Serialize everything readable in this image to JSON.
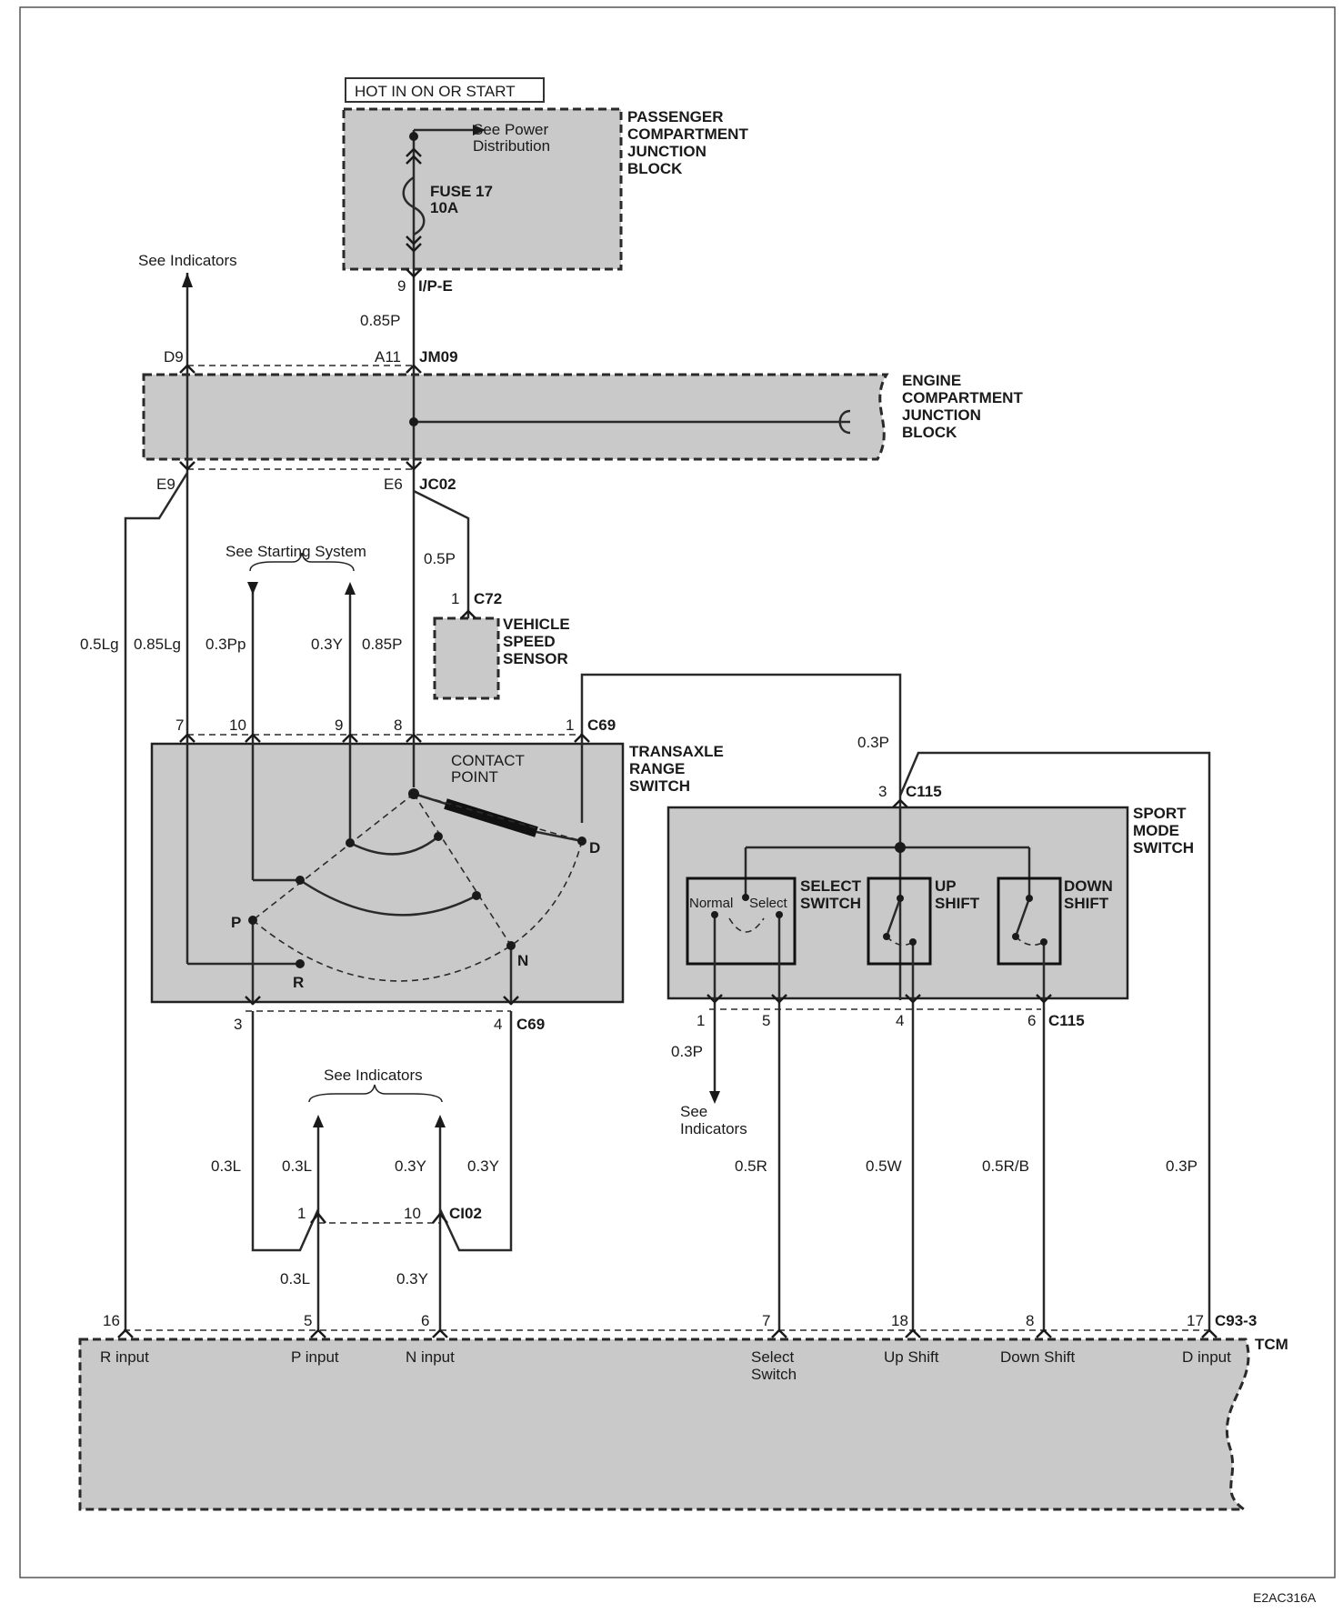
{
  "labels": {
    "hot": "HOT IN ON OR START",
    "pcjb": [
      "PASSENGER",
      "COMPARTMENT",
      "JUNCTION",
      "BLOCK"
    ],
    "see_power": [
      "See Power",
      "Distribution"
    ],
    "fuse": [
      "FUSE 17",
      "10A"
    ],
    "ipe_pin": "9",
    "ipe": "I/P-E",
    "w085p_top": "0.85P",
    "see_ind_left": "See Indicators",
    "d9": "D9",
    "a11": "A11",
    "jm09": "JM09",
    "ecjb": [
      "ENGINE",
      "COMPARTMENT",
      "JUNCTION",
      "BLOCK"
    ],
    "e9": "E9",
    "e6": "E6",
    "jc02": "JC02",
    "w05p": "0.5P",
    "c72_pin": "1",
    "c72": "C72",
    "vss": [
      "VEHICLE",
      "SPEED",
      "SENSOR"
    ],
    "see_starting": "See Starting System",
    "w05lg": "0.5Lg",
    "w085lg": "0.85Lg",
    "w03pp": "0.3Pp",
    "w03y_start": "0.3Y",
    "w085p_mid": "0.85P",
    "c69_pins": [
      "7",
      "10",
      "9",
      "8",
      "1"
    ],
    "c69": "C69",
    "trs": [
      "TRANSAXLE",
      "RANGE",
      "SWITCH"
    ],
    "contact": [
      "CONTACT",
      "POINT"
    ],
    "pos_d": "D",
    "pos_p": "P",
    "pos_r": "R",
    "pos_n": "N",
    "c69_bot_pins": [
      "3",
      "4"
    ],
    "c69_bot": "C69",
    "w03p_top": "0.3P",
    "c115_pin3": "3",
    "c115": "C115",
    "sms": [
      "SPORT",
      "MODE",
      "SWITCH"
    ],
    "normal": "Normal",
    "select": "Select",
    "select_switch": [
      "SELECT",
      "SWITCH"
    ],
    "up_shift": [
      "UP",
      "SHIFT"
    ],
    "down_shift": [
      "DOWN",
      "SHIFT"
    ],
    "c115_bot_pins": [
      "1",
      "5",
      "4",
      "6"
    ],
    "c115_bot": "C115",
    "w03p_ind": "0.3P",
    "see_ind_right": [
      "See",
      "Indicators"
    ],
    "see_ind_mid": "See Indicators",
    "w03l_a": "0.3L",
    "w03l_b": "0.3L",
    "w03y_a": "0.3Y",
    "w03y_b": "0.3Y",
    "ci02_pins": [
      "1",
      "10"
    ],
    "ci02": "CI02",
    "w03l_c": "0.3L",
    "w03y_c": "0.3Y",
    "w05r": "0.5R",
    "w05w": "0.5W",
    "w05rb": "0.5R/B",
    "w03p_d": "0.3P",
    "tcm_pins": [
      "16",
      "5",
      "6",
      "7",
      "18",
      "8",
      "17"
    ],
    "c93": "C93-3",
    "tcm": "TCM",
    "r_input": "R input",
    "p_input": "P input",
    "n_input": "N input",
    "select_sw_in": [
      "Select",
      "Switch"
    ],
    "up_shift_in": "Up Shift",
    "down_shift_in": "Down Shift",
    "d_input": "D input",
    "code": "E2AC316A"
  }
}
